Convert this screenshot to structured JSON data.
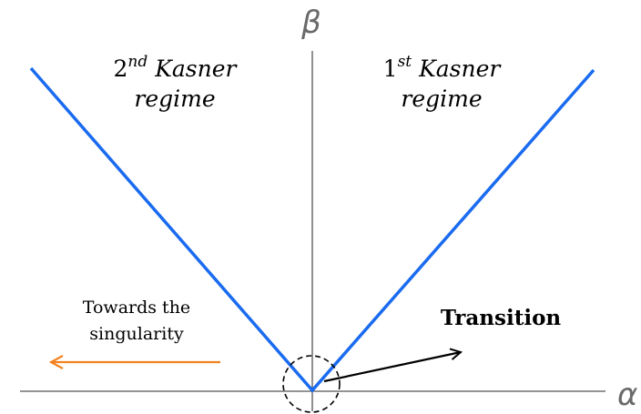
{
  "axes": {
    "x_label": "α",
    "y_label": "β",
    "label_color": "#6a6a6a",
    "line_color": "#555555"
  },
  "wedge": {
    "color": "#1a6bf0"
  },
  "regimes": {
    "left": {
      "number": "2",
      "superscript": "nd",
      "name": "Kasner",
      "line2": "regime"
    },
    "right": {
      "number": "1",
      "superscript": "st",
      "name": "Kasner",
      "line2": "regime"
    }
  },
  "annotations": {
    "towards_line1": "Towards the",
    "towards_line2": "singularity",
    "towards_arrow_color": "#f5821f",
    "transition_label": "Transition",
    "transition_arrow_color": "#000000"
  }
}
